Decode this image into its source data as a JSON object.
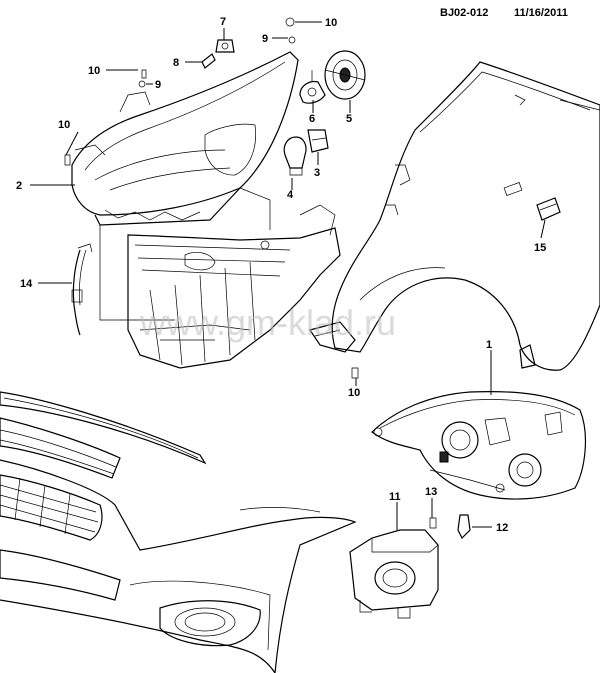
{
  "header": {
    "code": "BJ02-012",
    "date": "11/16/2011"
  },
  "watermark": "www.gm-klad.ru",
  "callouts": [
    {
      "id": "c1",
      "number": "1",
      "part": "headlamp-assembly-rear-view"
    },
    {
      "id": "c2",
      "number": "2",
      "part": "headlamp-assembly"
    },
    {
      "id": "c3",
      "number": "3",
      "part": "bulb-socket"
    },
    {
      "id": "c4",
      "number": "4",
      "part": "bulb"
    },
    {
      "id": "c5",
      "number": "5",
      "part": "headlamp-cap"
    },
    {
      "id": "c6",
      "number": "6",
      "part": "headlamp-bulb"
    },
    {
      "id": "c7",
      "number": "7",
      "part": "clip"
    },
    {
      "id": "c8",
      "number": "8",
      "part": "bracket"
    },
    {
      "id": "c9a",
      "number": "9",
      "part": "nut"
    },
    {
      "id": "c9b",
      "number": "9",
      "part": "nut"
    },
    {
      "id": "c10a",
      "number": "10",
      "part": "bolt"
    },
    {
      "id": "c10b",
      "number": "10",
      "part": "bolt"
    },
    {
      "id": "c10c",
      "number": "10",
      "part": "bolt"
    },
    {
      "id": "c10d",
      "number": "10",
      "part": "bolt"
    },
    {
      "id": "c11",
      "number": "11",
      "part": "fog-lamp"
    },
    {
      "id": "c12",
      "number": "12",
      "part": "fog-lamp-bulb"
    },
    {
      "id": "c13",
      "number": "13",
      "part": "fog-lamp-screw"
    },
    {
      "id": "c14",
      "number": "14",
      "part": "wire-harness-clip"
    },
    {
      "id": "c15",
      "number": "15",
      "part": "side-marker-lamp"
    }
  ]
}
